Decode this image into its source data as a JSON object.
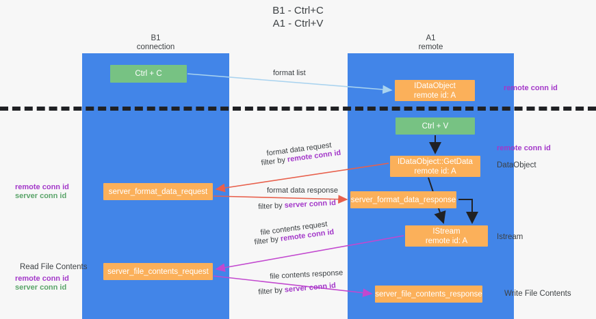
{
  "title": {
    "line1": "B1 - Ctrl+C",
    "line2": "A1 - Ctrl+V"
  },
  "columns": [
    {
      "name": "B1",
      "sub": "connection"
    },
    {
      "name": "A1",
      "sub": "remote"
    }
  ],
  "boxes": {
    "ctrl_c": {
      "label": "Ctrl + C",
      "color": "#77c283"
    },
    "idataobject": {
      "line1": "IDataObject",
      "line2": "remote id: A",
      "color": "#fbb05a"
    },
    "ctrl_v": {
      "label": "Ctrl + V",
      "color": "#77c283"
    },
    "getdata": {
      "line1": "IDataObject::GetData",
      "line2": "remote id: A",
      "color": "#fbb05a"
    },
    "server_format_data_request": {
      "label": "server_format_data_request",
      "color": "#fbb05a"
    },
    "server_format_data_response": {
      "label": "server_format_data_response",
      "color": "#fbb05a"
    },
    "istream": {
      "line1": "IStream",
      "line2": "remote id: A",
      "color": "#fbb05a"
    },
    "server_file_contents_request": {
      "label": "server_file_contents_request",
      "color": "#fbb05a"
    },
    "server_file_contents_response": {
      "label": "server_file_contents_response",
      "color": "#fbb05a"
    }
  },
  "side_labels": {
    "remote_conn_id_top": "remote conn id",
    "remote_conn_id_mid": "remote conn id",
    "dataobject": "DataObject",
    "istream": "Istream",
    "write_file_contents": "Write File Contents",
    "read_file_contents": "Read File Contents",
    "remote_conn_id": "remote conn id",
    "server_conn_id": "server conn id"
  },
  "arrow_labels": {
    "format_list": "format list",
    "format_data_request": "format data request",
    "filter_by": "filter by ",
    "remote_conn_id": "remote conn id",
    "format_data_response": "format data response",
    "server_conn_id": "server conn id",
    "file_contents_request": "file contents request",
    "file_contents_response": "file contents response"
  },
  "colors": {
    "lane": "#4285e8",
    "green_box": "#77c283",
    "orange_box": "#fbb05a",
    "purple_text": "#a338c9",
    "green_text": "#5aa469",
    "red_arrow": "#e8604c",
    "magenta_arrow": "#c248cf",
    "blue_arrow": "#a9d3ef",
    "black_arrow": "#202124",
    "background": "#f7f7f7",
    "text": "#3c4043"
  }
}
